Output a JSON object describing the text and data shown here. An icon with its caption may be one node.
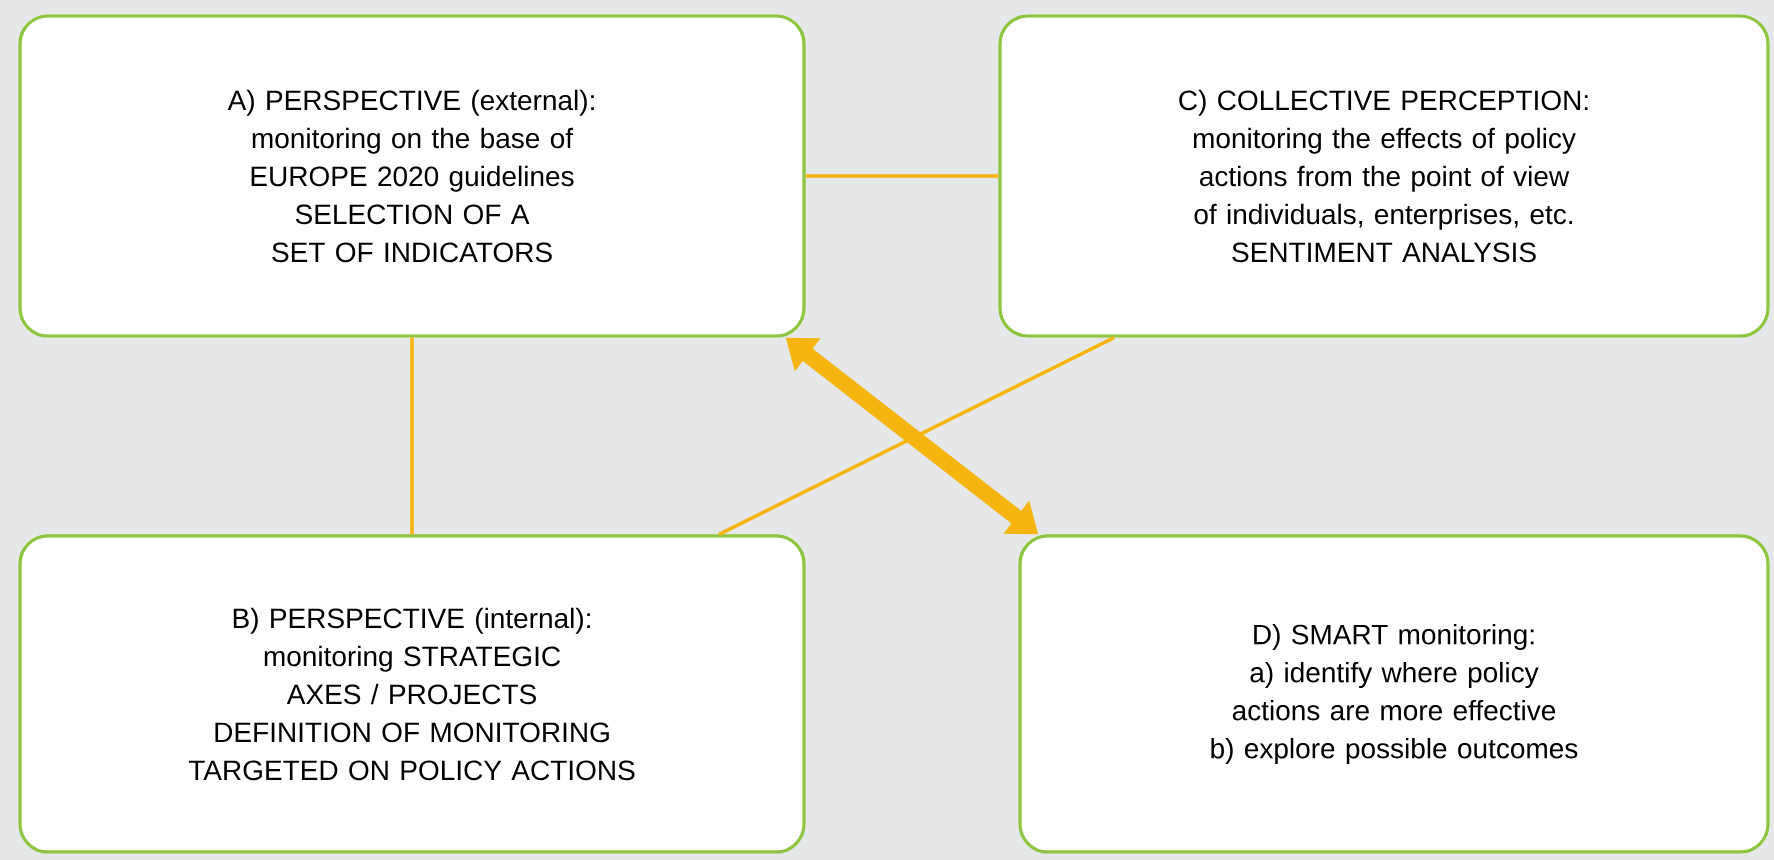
{
  "diagram": {
    "nodes": [
      {
        "text": [
          "A) PERSPECTIVE (external):",
          "monitoring on the base of EUROPE 2020 guidelines",
          "SELECTION OF A SET OF INDICATORS"
        ]
      },
      {
        "text": [
          "B) PERSPECTIVE (internal):",
          "monitoring STRATEGIC AXES / PROJECTS",
          "DEFINITION OF MONITORING TARGETED ON POLICY ACTIONS"
        ]
      },
      {
        "text": [
          "C) COLLECTIVE PERCEPTION:",
          "monitoring the effects of policy actions from the point of view of individuals, enterprises, etc.",
          "SENTIMENT ANALYSIS"
        ]
      },
      {
        "text": [
          "D) SMART monitoring:",
          "a) identify where policy actions are more effective",
          "b) explore possible outcomes"
        ]
      }
    ],
    "edges": [
      {
        "from": 0,
        "to": 2,
        "arrow": "none"
      },
      {
        "from": 0,
        "to": 1,
        "arrow": "none"
      },
      {
        "from": 1,
        "to": 2,
        "arrow": "none"
      },
      {
        "from": 0,
        "to": 3,
        "arrow": "both",
        "style": "thick"
      }
    ]
  }
}
